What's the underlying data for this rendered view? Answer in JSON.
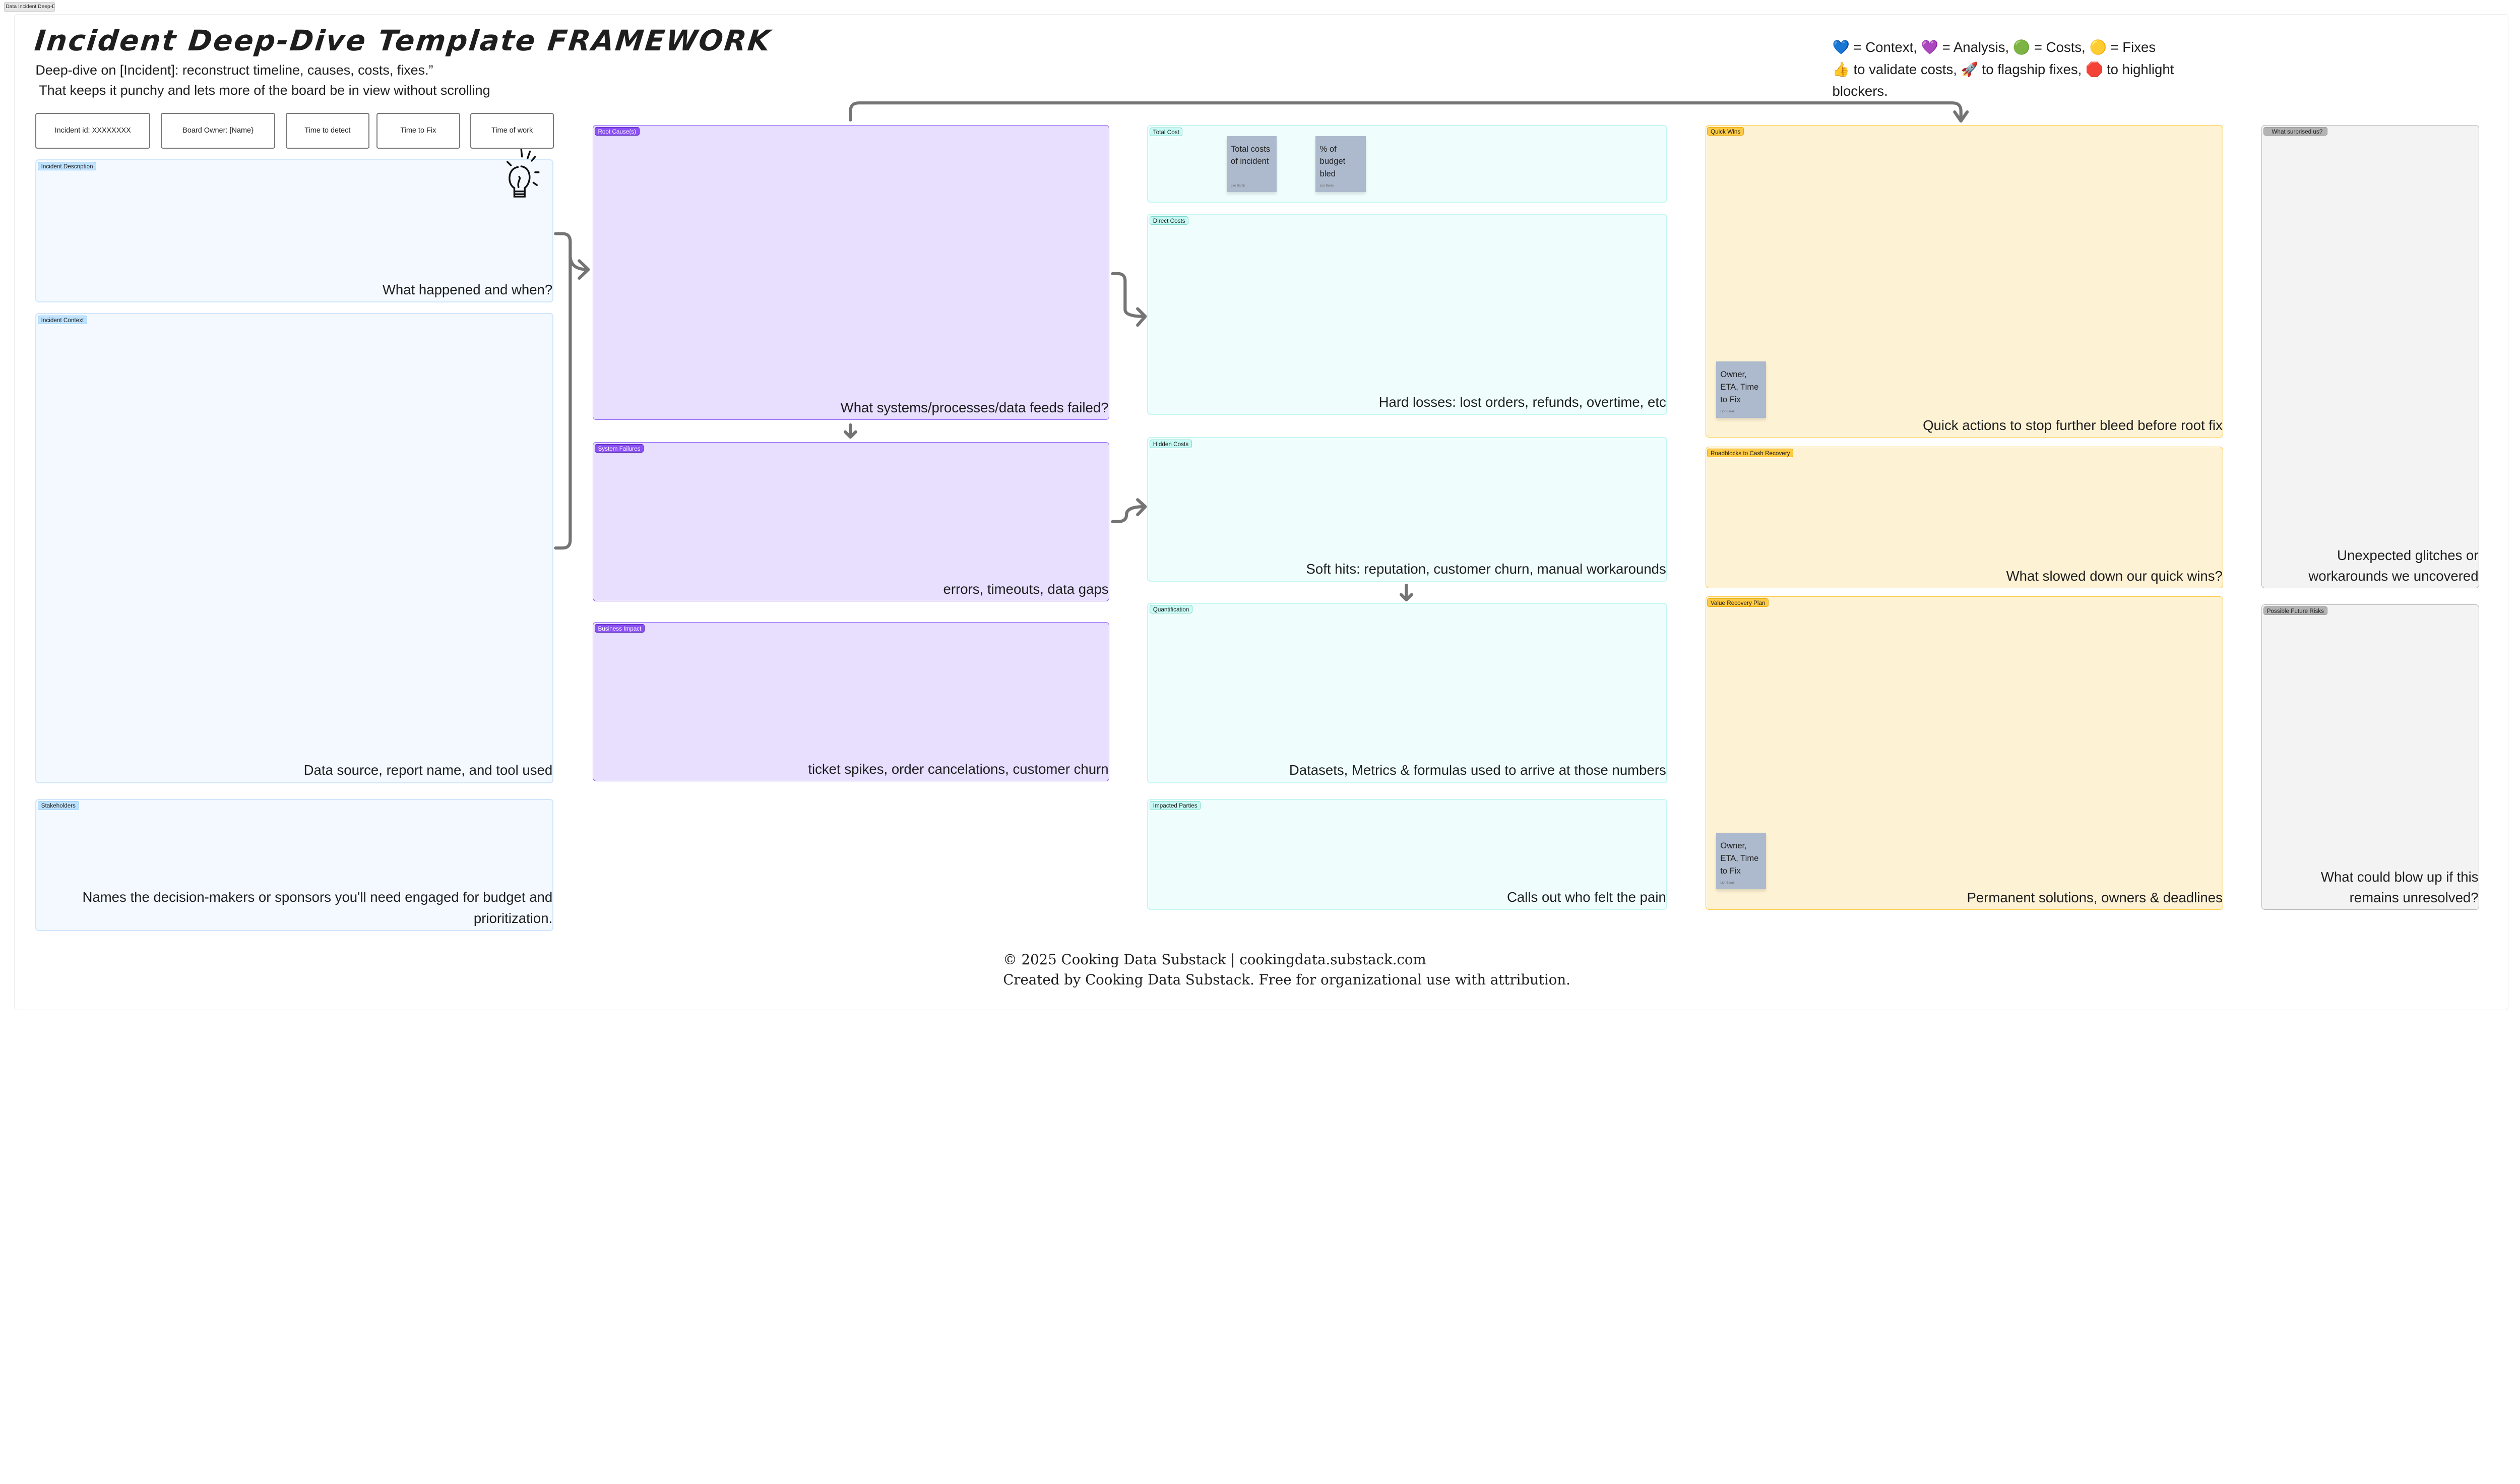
{
  "board_tab": "Data Incident Deep-Dive Template [XXXX/XX/XX, XX:XX]",
  "title": "Incident Deep-Dive Template FRAMEWORK",
  "subtitle_1": "Deep-dive on [Incident]: reconstruct timeline, causes, costs, fixes.”",
  "subtitle_2": "That keeps it punchy and lets more of the board be in view without scrolling",
  "info_boxes": [
    "Incident id: XXXXXXXX",
    "Board Owner: [Name}",
    "Time to detect",
    "Time to Fix",
    "Time of work"
  ],
  "legend": {
    "line1": "💙 = Context, 💜 = Analysis, 🟢 = Costs, 🟡 = Fixes",
    "line2": "👍 to validate costs, 🚀 to flagship fixes, 🛑 to highlight blockers."
  },
  "colors": {
    "context": "#bfe3ff",
    "analysis": "#8a4ff5",
    "costs": "#c6f9f3",
    "fixes": "#ffcb45",
    "reflection": "#b3b3b3",
    "sticky": "#adbacd"
  },
  "sections": {
    "incident_description": {
      "tag": "Incident Description",
      "prompt": "What happened and when?"
    },
    "incident_context": {
      "tag": "Incident Context",
      "prompt": "Data source, report name, and tool used"
    },
    "stakeholders": {
      "tag": "Stakeholders",
      "prompt": "Names the decision-makers or sponsors you'll need engaged for budget and prioritization."
    },
    "root_causes": {
      "tag": "Root Cause(s)",
      "prompt": "What systems/processes/data feeds failed?"
    },
    "system_failures": {
      "tag": "System Failures",
      "prompt": "errors, timeouts, data gaps"
    },
    "business_impact": {
      "tag": "Business Impact",
      "prompt": "ticket spikes, order cancelations, customer churn"
    },
    "total_cost": {
      "tag": "Total Cost"
    },
    "direct_costs": {
      "tag": "Direct Costs",
      "prompt": "Hard losses: lost orders, refunds, overtime, etc"
    },
    "hidden_costs": {
      "tag": "Hidden Costs",
      "prompt": "Soft hits: reputation, customer churn, manual workarounds"
    },
    "quantification": {
      "tag": "Quantification",
      "prompt": "Datasets, Metrics & formulas used to arrive at those numbers"
    },
    "impacted_parties": {
      "tag": "Impacted Parties",
      "prompt": "Calls out who felt the pain"
    },
    "quick_wins": {
      "tag": "Quick Wins",
      "prompt": "Quick actions to stop further bleed before root fix"
    },
    "roadblocks": {
      "tag": "Roadblocks to Cash Recovery",
      "prompt": "What slowed down our quick wins?"
    },
    "value_recovery": {
      "tag": "Value Recovery Plan",
      "prompt": "Permanent solutions, owners & deadlines"
    },
    "what_surprised": {
      "tag": "What surprised us?",
      "prompt": "Unexpected glitches or workarounds we uncovered"
    },
    "future_risks": {
      "tag": "Possible Future Risks",
      "prompt": "What could blow up if this remains unresolved?"
    }
  },
  "stickies": {
    "total_costs": {
      "text": "Total costs of incident",
      "author": "Lior Barak"
    },
    "budget_bled": {
      "text": "% of budget bled",
      "author": "Lior Barak"
    },
    "quick_wins_owner": {
      "text": "Owner, ETA, Time to Fix",
      "author": "Lior Barak"
    },
    "value_recovery_owner": {
      "text": "Owner, ETA, Time to Fix",
      "author": "Lior Barak"
    }
  },
  "footer": {
    "line1": "© 2025 Cooking Data Substack | cookingdata.substack.com",
    "line2": "Created by Cooking Data Substack. Free for organizational use with attribution."
  }
}
